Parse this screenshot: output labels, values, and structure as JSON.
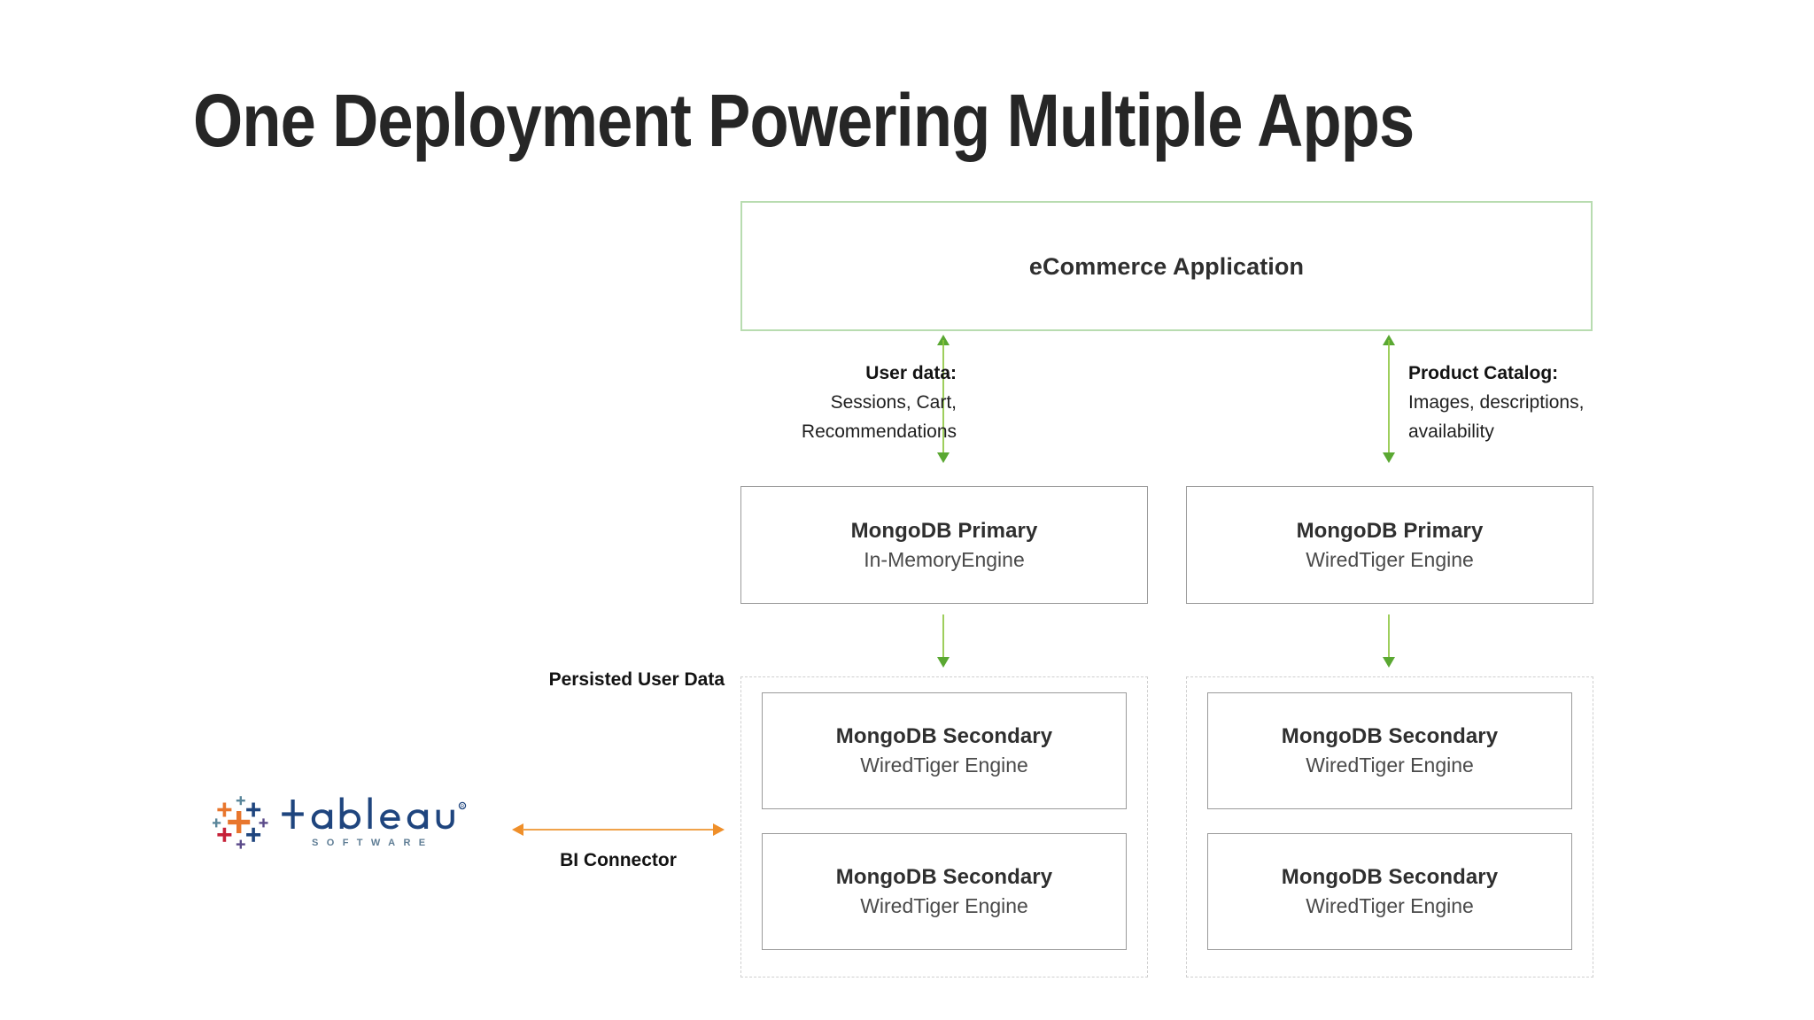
{
  "slide": {
    "title": "One Deployment Powering Multiple Apps",
    "background_color": "#ffffff",
    "title_color": "#262626"
  },
  "colors": {
    "green_accent": "#8dc63f",
    "green_arrow_head": "#5aa832",
    "green_box_border": "#b8dcb0",
    "box_border": "#9a9a9a",
    "dashed_border": "#cfcfcf",
    "orange_accent": "#ef8f2a",
    "tableau_blue": "#1f457e",
    "tableau_orange": "#e8762d",
    "tableau_red": "#c62037",
    "tableau_teal": "#5b879b",
    "tableau_purple": "#5b4b8a"
  },
  "app_layer": {
    "label": "eCommerce Application"
  },
  "annotations": {
    "user_data": {
      "head": "User data:",
      "lines": [
        "Sessions, Cart,",
        "Recommendations"
      ]
    },
    "product_catalog": {
      "head": "Product Catalog:",
      "lines": [
        "Images, descriptions,",
        "availability"
      ]
    },
    "persisted_user_data": "Persisted User Data",
    "bi_connector": "BI Connector"
  },
  "primaries": [
    {
      "name": "MongoDB Primary",
      "engine": "In-MemoryEngine"
    },
    {
      "name": "MongoDB Primary",
      "engine": "WiredTiger Engine"
    }
  ],
  "secondaries_left": [
    {
      "name": "MongoDB Secondary",
      "engine": "WiredTiger Engine"
    },
    {
      "name": "MongoDB Secondary",
      "engine": "WiredTiger Engine"
    }
  ],
  "secondaries_right": [
    {
      "name": "MongoDB Secondary",
      "engine": "WiredTiger Engine"
    },
    {
      "name": "MongoDB Secondary",
      "engine": "WiredTiger Engine"
    }
  ],
  "tableau": {
    "wordmark": "tableau",
    "subtitle": "SOFTWARE"
  }
}
